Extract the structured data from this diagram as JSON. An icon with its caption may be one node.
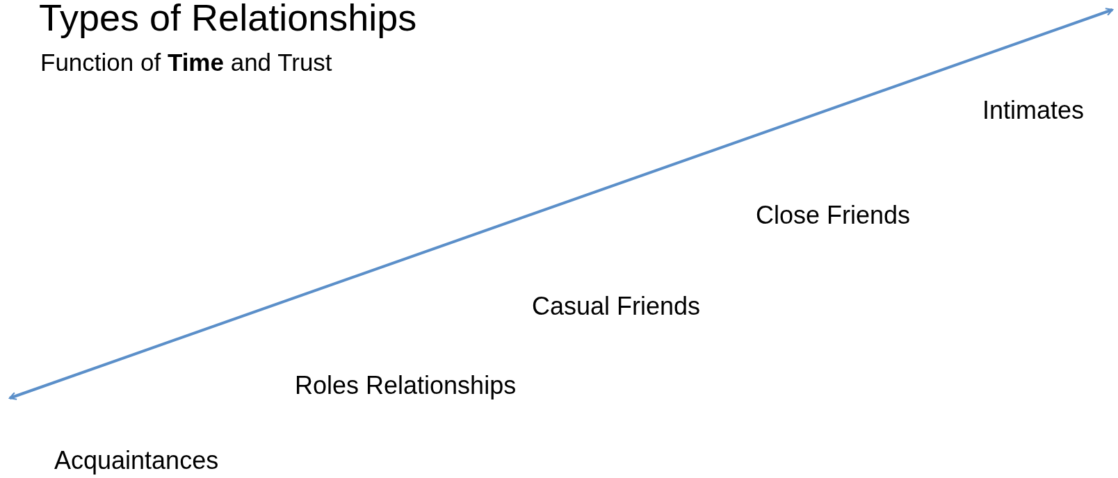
{
  "diagram": {
    "title": "Types of Relationships",
    "caption": "Function of **Time** and Trust",
    "labels": [
      "Intimates",
      "Close Friends",
      "Casual Friends",
      "Roles Relationships",
      "Acquaintances"
    ]
  }
}
